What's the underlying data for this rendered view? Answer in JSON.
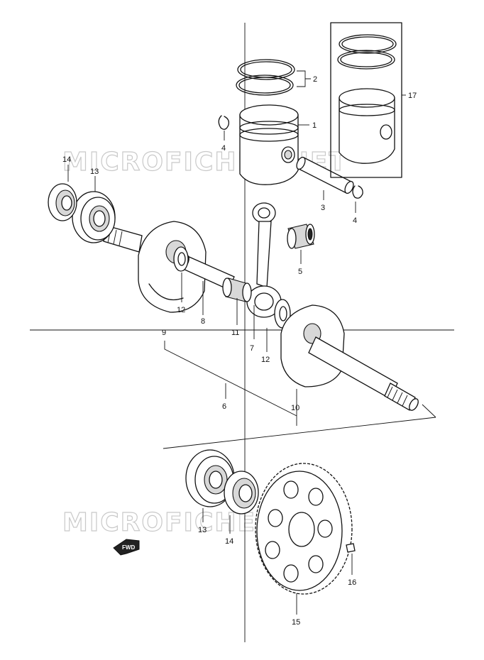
{
  "watermark": "MICROFICHES.NET",
  "fwd_label": "FWD",
  "labels": {
    "p1": "1",
    "p2": "2",
    "p3": "3",
    "p4_left": "4",
    "p4_right": "4",
    "p5": "5",
    "p6": "6",
    "p7": "7",
    "p8": "8",
    "p9": "9",
    "p10": "10",
    "p11": "11",
    "p12_left": "12",
    "p12_right": "12",
    "p13_top": "13",
    "p13_bottom": "13",
    "p14_top": "14",
    "p14_bottom": "14",
    "p15": "15",
    "p16": "16",
    "p17": "17"
  }
}
